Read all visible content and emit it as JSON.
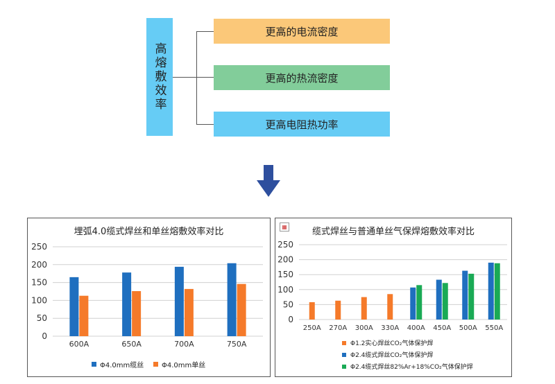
{
  "diagram": {
    "root_label": "高熔敷效率",
    "branches": [
      {
        "label": "更高的电流密度",
        "color": "#fbc879"
      },
      {
        "label": "更高的热流密度",
        "color": "#82cd9a"
      },
      {
        "label": "更高电阻热功率",
        "color": "#66ccf5"
      }
    ],
    "root_color": "#66ccf5",
    "arrow_color": "#2e4f9e"
  },
  "chart_data": [
    {
      "type": "bar",
      "title": "埋弧4.0缆式焊丝和单丝熔敷效率对比",
      "categories": [
        "600A",
        "650A",
        "700A",
        "750A"
      ],
      "series": [
        {
          "name": "Φ4.0mm缆丝",
          "color": "#1f6fbf",
          "values": [
            165,
            178,
            194,
            204
          ]
        },
        {
          "name": "Φ4.0mm单丝",
          "color": "#f57a2a",
          "values": [
            113,
            126,
            132,
            146
          ]
        }
      ],
      "ylim": [
        0,
        250
      ],
      "yticks": [
        "0",
        "50",
        "100",
        "150",
        "200",
        "250"
      ],
      "grid": true,
      "legend": "bottom"
    },
    {
      "type": "bar",
      "title": "缆式焊丝与普通单丝气保焊熔敷效率对比",
      "categories": [
        "250A",
        "270A",
        "300A",
        "330A",
        "400A",
        "450A",
        "500A",
        "550A"
      ],
      "series": [
        {
          "name": "Φ1.2实心焊丝CO₂气体保护焊",
          "color": "#f57a2a",
          "values": [
            58,
            63,
            75,
            85,
            null,
            null,
            null,
            null
          ]
        },
        {
          "name": "Φ2.4缆式焊丝CO₂气体保护焊",
          "color": "#1f6fbf",
          "values": [
            null,
            null,
            null,
            null,
            107,
            133,
            163,
            190
          ]
        },
        {
          "name": "Φ2.4缆式焊丝82%Ar+18%CO₂气体保护焊",
          "color": "#1aaa55",
          "values": [
            null,
            null,
            null,
            null,
            115,
            122,
            153,
            188
          ]
        }
      ],
      "ylim": [
        0,
        250
      ],
      "yticks": [
        "0",
        "50",
        "100",
        "150",
        "200",
        "250"
      ],
      "grid": true,
      "legend": "bottom-left"
    }
  ]
}
